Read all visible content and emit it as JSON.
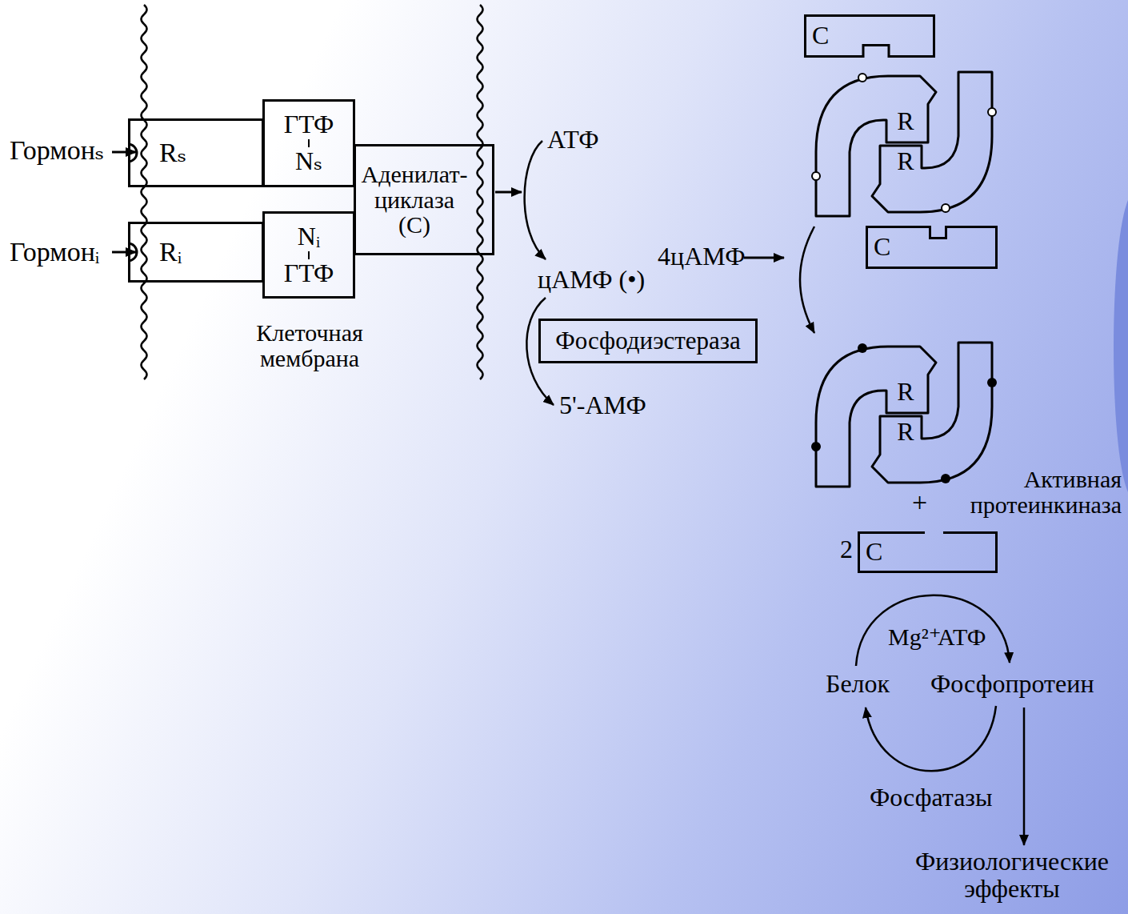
{
  "diagram": {
    "nodes": [
      {
        "text": [
          "Rₛ"
        ]
      },
      {
        "text": [
          "ГТФ",
          "Nₛ"
        ]
      },
      {
        "text": [
          "Rᵢ"
        ]
      },
      {
        "text": [
          "Nᵢ",
          "ГТФ"
        ]
      },
      {
        "text": [
          "Аденилат- циклаза (C)"
        ]
      },
      {
        "text": [
          "Фосфодиэстераза"
        ]
      },
      {
        "text": [
          "C"
        ]
      },
      {
        "text": [
          "R",
          "R"
        ]
      },
      {
        "text": [
          "C"
        ]
      },
      {
        "text": [
          "R",
          "R"
        ]
      },
      {
        "text": [
          "C"
        ]
      }
    ],
    "edges": [
      {
        "from": 7,
        "to": 9,
        "arrow": "to"
      }
    ],
    "labels": [
      "Гормонₛ",
      "Гормонᵢ",
      "Клеточная мембрана",
      "АТФ",
      "цАМФ (•)",
      "4цАМФ",
      "5'-АМФ",
      "+",
      "Активная протеинкиназа",
      "2",
      "Mg²⁺",
      "АТФ",
      "Белок",
      "Фосфопротеин",
      "Фосфатазы",
      "Физиологические эффекты"
    ]
  }
}
